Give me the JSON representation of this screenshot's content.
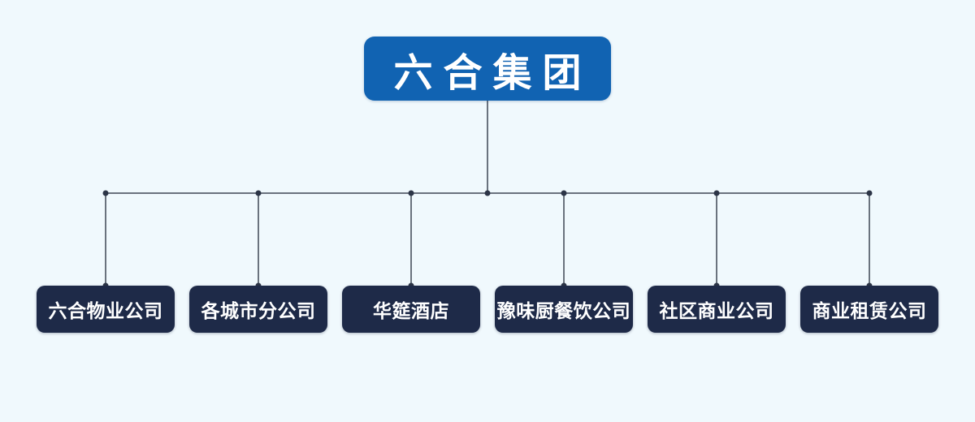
{
  "page": {
    "background_color": "#f0f9fd"
  },
  "org_chart": {
    "type": "organization-tree",
    "root": {
      "label": "六合集团",
      "color": "#1163b2",
      "text_color": "#ffffff"
    },
    "children": [
      {
        "label": "六合物业公司"
      },
      {
        "label": "各城市分公司"
      },
      {
        "label": "华筵酒店"
      },
      {
        "label": "豫味厨餐饮公司"
      },
      {
        "label": "社区商业公司"
      },
      {
        "label": "商业租赁公司"
      }
    ],
    "child_color": "#1e2a48",
    "child_text_color": "#ffffff",
    "line_color": "#3d4654",
    "dot_color": "#2c3547"
  }
}
